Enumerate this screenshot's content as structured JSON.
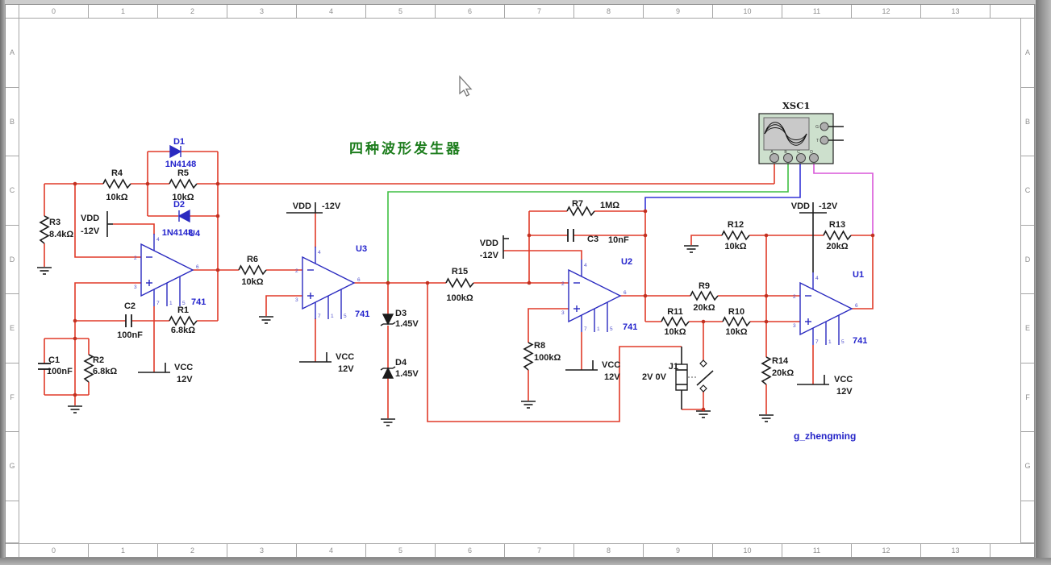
{
  "frame": {
    "columns": [
      "0",
      "1",
      "2",
      "3",
      "4",
      "5",
      "6",
      "7",
      "8",
      "9",
      "10",
      "11",
      "12",
      "13"
    ],
    "rows": [
      "A",
      "B",
      "C",
      "D",
      "E",
      "F",
      "G"
    ]
  },
  "title": "四种波形发生器",
  "signature": "g_zhengming",
  "power": {
    "vdd_label": "VDD",
    "vdd_value": "-12V",
    "vcc_label": "VCC",
    "vcc_value": "12V"
  },
  "opamp_pins": {
    "p4": "4",
    "p2": "2",
    "p3": "3",
    "p6": "6",
    "p7": "7",
    "p1": "1",
    "p5": "5"
  },
  "opamps": {
    "U1": {
      "ref": "U1",
      "part": "741"
    },
    "U2": {
      "ref": "U2",
      "part": "741"
    },
    "U3": {
      "ref": "U3",
      "part": "741"
    },
    "U4": {
      "ref": "U4",
      "part": "741"
    }
  },
  "components": {
    "R1": {
      "ref": "R1",
      "value": "6.8kΩ"
    },
    "R2": {
      "ref": "R2",
      "value": "6.8kΩ"
    },
    "R3": {
      "ref": "R3",
      "value": "8.4kΩ"
    },
    "R4": {
      "ref": "R4",
      "value": "10kΩ"
    },
    "R5": {
      "ref": "R5",
      "value": "10kΩ"
    },
    "R6": {
      "ref": "R6",
      "value": "10kΩ"
    },
    "R7": {
      "ref": "R7",
      "value": "1MΩ"
    },
    "R8": {
      "ref": "R8",
      "value": "100kΩ"
    },
    "R9": {
      "ref": "R9",
      "value": "20kΩ"
    },
    "R10": {
      "ref": "R10",
      "value": "10kΩ"
    },
    "R11": {
      "ref": "R11",
      "value": "10kΩ"
    },
    "R12": {
      "ref": "R12",
      "value": "10kΩ"
    },
    "R13": {
      "ref": "R13",
      "value": "20kΩ"
    },
    "R14": {
      "ref": "R14",
      "value": "20kΩ"
    },
    "R15": {
      "ref": "R15",
      "value": "100kΩ"
    },
    "C1": {
      "ref": "C1",
      "value": "100nF"
    },
    "C2": {
      "ref": "C2",
      "value": "100nF"
    },
    "C3": {
      "ref": "C3",
      "value": "10nF"
    },
    "D1": {
      "ref": "D1",
      "value": "1N4148"
    },
    "D2": {
      "ref": "D2",
      "value": "1N4148"
    },
    "D3": {
      "ref": "D3",
      "value": "1.45V"
    },
    "D4": {
      "ref": "D4",
      "value": "1.45V"
    },
    "J1": {
      "ref": "J1",
      "value": "2V 0V"
    }
  },
  "instrument": {
    "ref": "XSC1",
    "left_terminals": {
      "g": "G",
      "t": "T"
    },
    "bottom_terminals": [
      "A",
      "B",
      "C",
      "D"
    ]
  },
  "colors": {
    "wire_red": "#e03a28",
    "wire_green": "#3fbf43",
    "wire_blue": "#3333d6",
    "wire_purple": "#d957d9",
    "symbol_blue": "#2a2ac0",
    "label_blue": "#2323cc",
    "title_green": "#1d7d1d",
    "scope_body": "#cde0cd"
  }
}
